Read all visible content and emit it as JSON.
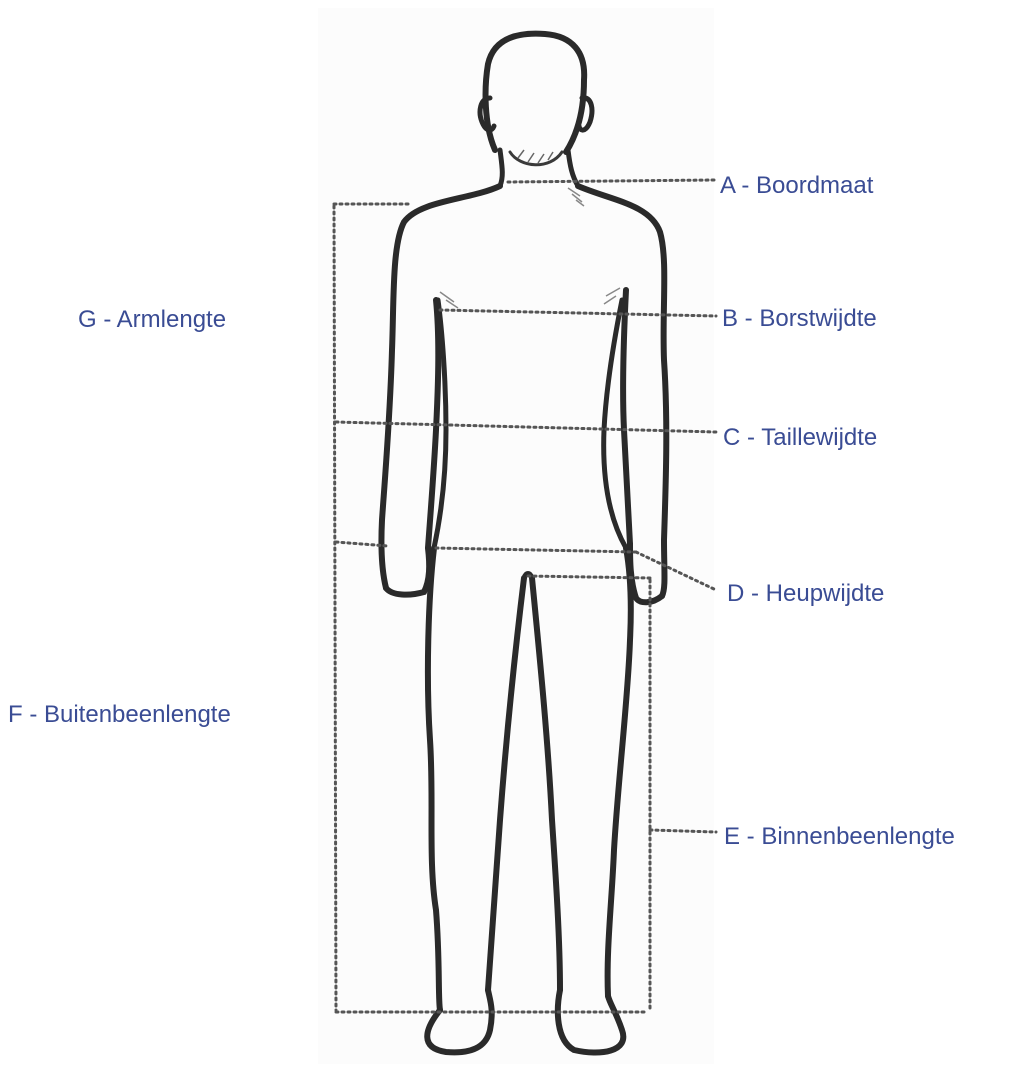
{
  "labels": {
    "a": "A - Boordmaat",
    "b": "B - Borstwijdte",
    "c": "C - Taillewijdte",
    "d": "D - Heupwijdte",
    "e": "E - Binnenbeenlengte",
    "f": "F - Buitenbeenlengte",
    "g": "G - Armlengte"
  },
  "colors": {
    "label_text": "#3a4c94",
    "outline": "#2a2a2a",
    "dotted_line": "#555555"
  }
}
